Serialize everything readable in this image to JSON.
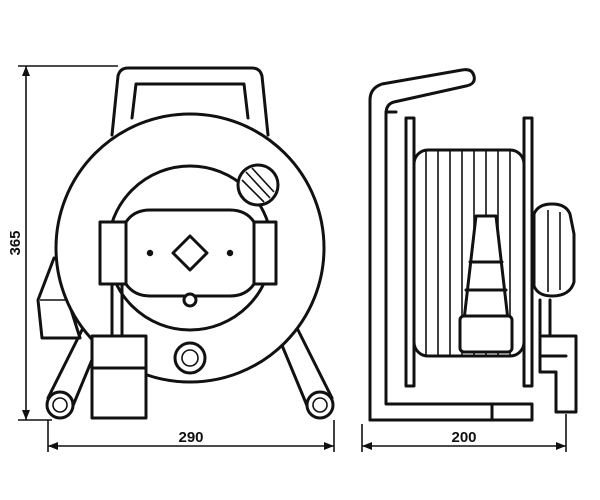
{
  "dimensions": {
    "front_width": "290",
    "front_height": "365",
    "side_width": "200"
  }
}
